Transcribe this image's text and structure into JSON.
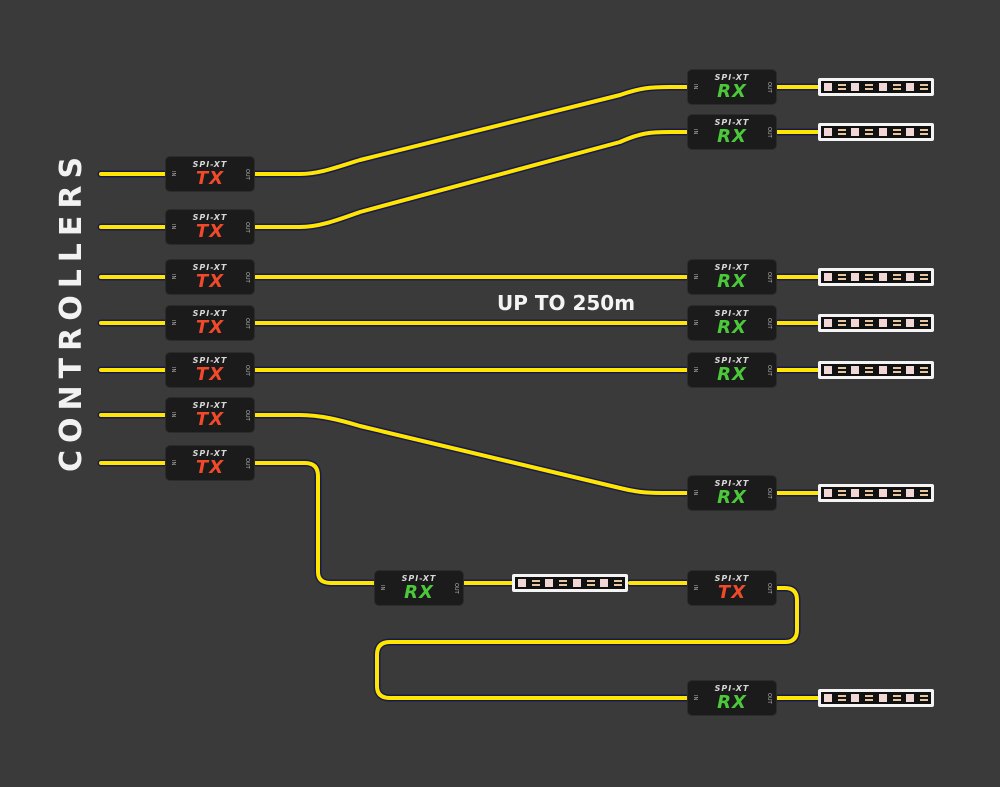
{
  "diagram": {
    "side_label": "CONTROLLERS",
    "distance_label": "UP TO 250m",
    "colors": {
      "background": "#3a3a3a",
      "cable": "#ffe600",
      "cable_outline": "#1a1a4a",
      "module_body": "#1b1b1b",
      "tx_label": "#f04a2a",
      "rx_label": "#4cc93a",
      "strip_frame": "#f4f4f4"
    },
    "module_brand": "SPI-XT",
    "port_in": "IN",
    "port_out": "OUT",
    "tx_modules": [
      {
        "id": "tx1",
        "label": "TX"
      },
      {
        "id": "tx2",
        "label": "TX"
      },
      {
        "id": "tx3",
        "label": "TX"
      },
      {
        "id": "tx4",
        "label": "TX"
      },
      {
        "id": "tx5",
        "label": "TX"
      },
      {
        "id": "tx6",
        "label": "TX"
      },
      {
        "id": "tx7",
        "label": "TX"
      },
      {
        "id": "tx8",
        "label": "TX"
      }
    ],
    "rx_modules": [
      {
        "id": "rx1",
        "label": "RX"
      },
      {
        "id": "rx2",
        "label": "RX"
      },
      {
        "id": "rx3",
        "label": "RX"
      },
      {
        "id": "rx4",
        "label": "RX"
      },
      {
        "id": "rx5",
        "label": "RX"
      },
      {
        "id": "rx6",
        "label": "RX"
      },
      {
        "id": "rx7",
        "label": "RX"
      },
      {
        "id": "rx8",
        "label": "RX"
      }
    ],
    "led_strips": 8
  }
}
